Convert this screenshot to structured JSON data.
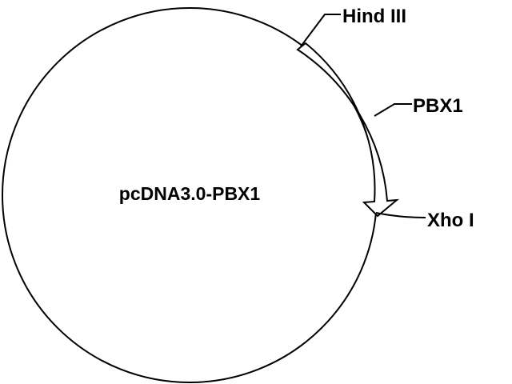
{
  "plasmid": {
    "name": "pcDNA3.0-PBX1"
  },
  "features": {
    "site1": "Hind III",
    "insert": "PBX1",
    "site2": "Xho I"
  },
  "colors": {
    "line": "#000000",
    "background": "#ffffff"
  }
}
